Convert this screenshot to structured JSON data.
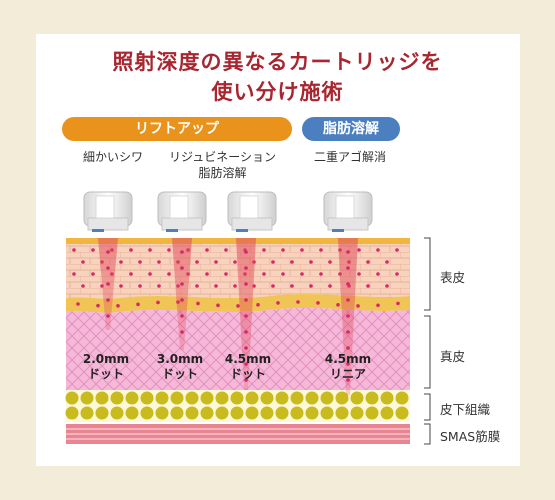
{
  "title": {
    "line1": "照射深度の異なるカートリッジを",
    "line2": "使い分け施術"
  },
  "categories": {
    "lift": "リフトアップ",
    "fat": "脂肪溶解"
  },
  "cartridges": [
    {
      "subtitle": "細かいシワ",
      "depth": "2.0mm",
      "type": "ドット"
    },
    {
      "subtitle": "リジュビネーション",
      "depth": "3.0mm",
      "type": "ドット"
    },
    {
      "subtitle": "脂肪溶解",
      "depth": "4.5mm",
      "type": "ドット"
    },
    {
      "subtitle": "二重アゴ解消",
      "depth": "4.5mm",
      "type": "リニア"
    }
  ],
  "layers": {
    "epidermis": "表皮",
    "dermis": "真皮",
    "subcutaneous": "皮下組織",
    "smas": "SMAS筋膜"
  },
  "colors": {
    "background": "#f2ecd9",
    "title": "#a8262f",
    "lift_pill": "#e9931d",
    "fat_pill": "#4c7fc0",
    "epidermis": "#f7d2bd",
    "dermis": "#f5b8d8",
    "subcutaneous_dot": "#c9ba1e",
    "smas": "#e98593"
  }
}
